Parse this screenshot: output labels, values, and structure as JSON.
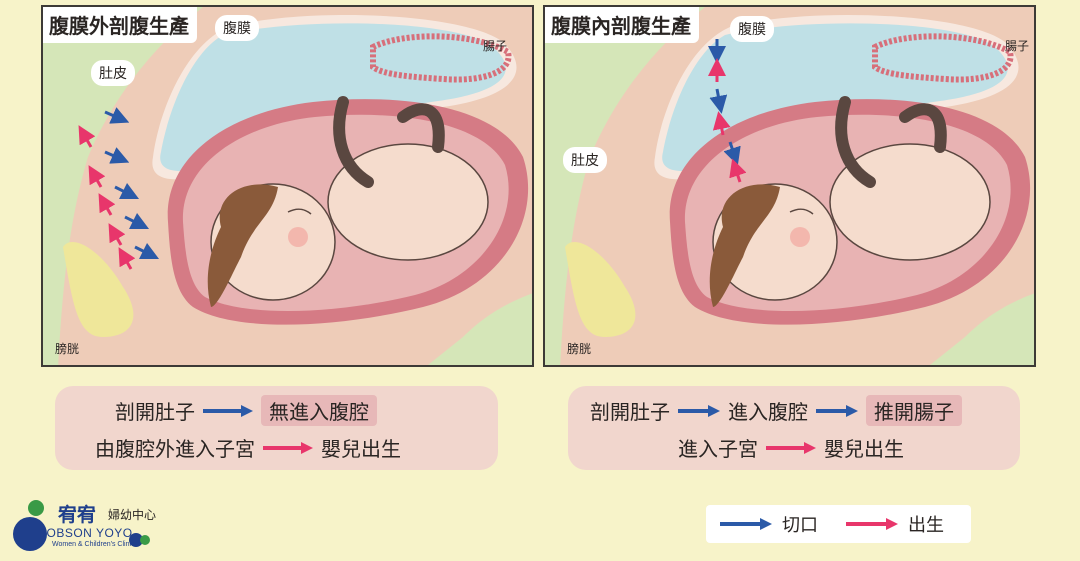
{
  "left_panel": {
    "title": "腹膜外剖腹生產",
    "labels": {
      "peritoneum": "腹膜",
      "belly_skin": "肚皮",
      "intestine": "腸子",
      "bladder": "膀胱"
    }
  },
  "right_panel": {
    "title": "腹膜內剖腹生產",
    "labels": {
      "peritoneum": "腹膜",
      "belly_skin": "肚皮",
      "intestine": "腸子",
      "bladder": "膀胱"
    }
  },
  "left_caption": {
    "line1": {
      "step1": "剖開肚子",
      "step2": "無進入腹腔"
    },
    "line2": {
      "step1": "由腹腔外進入子宮",
      "step2": "嬰兒出生"
    }
  },
  "right_caption": {
    "line1": {
      "step1": "剖開肚子",
      "step2": "進入腹腔",
      "step3": "推開腸子"
    },
    "line2": {
      "step1": "進入子宮",
      "step2": "嬰兒出生"
    }
  },
  "legend": {
    "incision_label": "切口",
    "birth_label": "出生"
  },
  "logo": {
    "name_cn": "宥宥",
    "subtitle_cn": "婦幼中心",
    "name_en": "BOBSON YOYO",
    "tagline_en": "Women & Children's Clinic"
  },
  "colors": {
    "incision_arrow": "#2b5aa8",
    "birth_arrow": "#e8366b"
  }
}
